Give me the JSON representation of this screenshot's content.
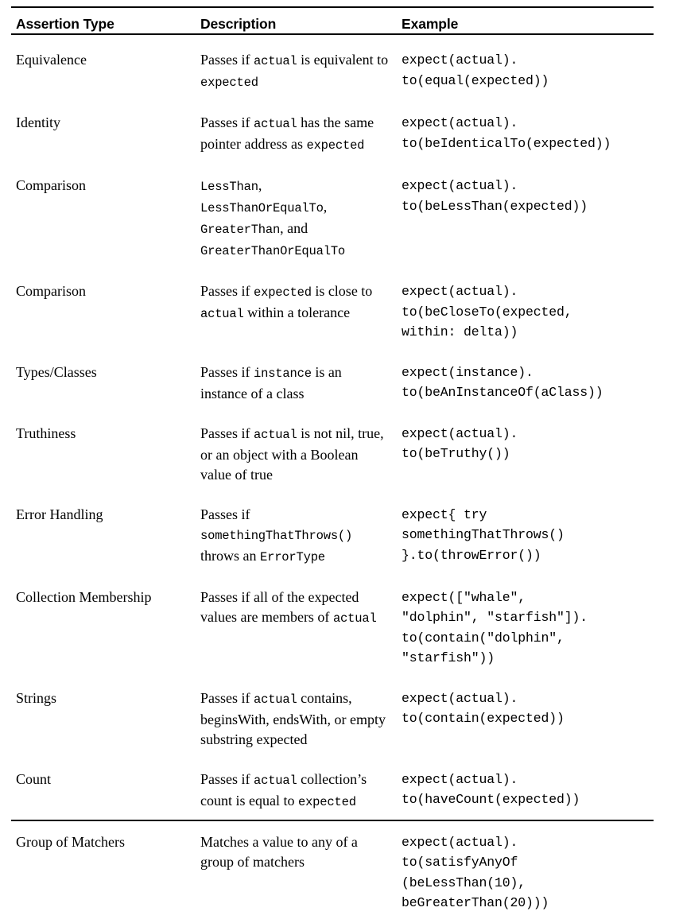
{
  "document": {
    "title": "Assertion Type Reference Table",
    "rule_color": "#000000",
    "text_color": "#000000",
    "background": "#ffffff"
  },
  "table": {
    "headers": {
      "type": "Assertion Type",
      "description": "Description",
      "example": "Example"
    },
    "rows": [
      {
        "type": "Equivalence",
        "description_plain": "Passes if actual is equivalent to expected",
        "description_html": "Passes if <span class=\"mono\">actual</span> is equivalent to <span class=\"mono\">expected</span>",
        "example": "expect(actual).\nto(equal(expected))"
      },
      {
        "type": "Identity",
        "description_plain": "Passes if actual has the same pointer address as expected",
        "description_html": "Passes if <span class=\"mono\">actual</span> has the same pointer address as <span class=\"mono\">expected</span>",
        "example": "expect(actual).\nto(beIdenticalTo(expected))"
      },
      {
        "type": "Comparison",
        "description_plain": "LessThan, LessThanOrEqualTo, GreaterThan, and GreaterThanOrEqualTo",
        "description_html": "<span class=\"mono\">LessThan</span>, <span class=\"mono\">LessThanOrEqualTo</span>, <span class=\"mono\">GreaterThan</span>, and <span class=\"mono\">GreaterThanOrEqualTo</span>",
        "example": "expect(actual).\nto(beLessThan(expected))"
      },
      {
        "type": "Comparison",
        "description_plain": "Passes if expected is close to actual within a tolerance",
        "description_html": "Passes if <span class=\"mono\">expected</span> is close to <span class=\"mono\">actual</span> within a tolerance",
        "example": "expect(actual).\nto(beCloseTo(expected,\nwithin: delta))"
      },
      {
        "type": "Types/Classes",
        "description_plain": "Passes if instance is an instance of a class",
        "description_html": "Passes if <span class=\"mono\">instance</span> is an instance of a class",
        "example": "expect(instance).\nto(beAnInstanceOf(aClass))"
      },
      {
        "type": "Truthiness",
        "description_plain": "Passes if actual is not nil, true, or an object with a Boolean value of true",
        "description_html": "Passes if <span class=\"mono\">actual</span> is not nil, true, or an object with a Boolean value of true",
        "example": "expect(actual).\nto(beTruthy())"
      },
      {
        "type": "Error Handling",
        "description_plain": "Passes if somethingThatThrows() throws an ErrorType",
        "description_html": "Passes if <span class=\"mono\">somethingThatThrows()</span> throws an <span class=\"mono\">ErrorType</span>",
        "example": "expect{ try\nsomethingThatThrows()\n}.to(throwError())"
      },
      {
        "type": "Collection Membership",
        "description_plain": "Passes if all of the expected values are members of actual",
        "description_html": "Passes if all of the expected values are members of <span class=\"mono\">actual</span>",
        "example": "expect([\"whale\",\n\"dolphin\", \"starfish\"]).\nto(contain(\"dolphin\",\n\"starfish\"))"
      },
      {
        "type": "Strings",
        "description_plain": "Passes if actual contains, beginsWith, endsWith, or empty substring expected",
        "description_html": "Passes if <span class=\"mono\">actual</span> contains, beginsWith, endsWith, or empty substring expected",
        "example": "expect(actual).\nto(contain(expected))"
      },
      {
        "type": "Count",
        "description_plain": "Passes if actual collection's count is equal to expected",
        "description_html": "Passes if <span class=\"mono\">actual</span> collection&#8217;s count is equal to <span class=\"mono\">expected</span>",
        "example": "expect(actual).\nto(haveCount(expected))"
      },
      {
        "type": "Group of Matchers",
        "description_plain": "Matches a value to any of a group of matchers",
        "description_html": "Matches a value to any of a group of matchers",
        "example": "expect(actual).\nto(satisfyAnyOf\n(beLessThan(10),\nbeGreaterThan(20)))"
      }
    ]
  }
}
